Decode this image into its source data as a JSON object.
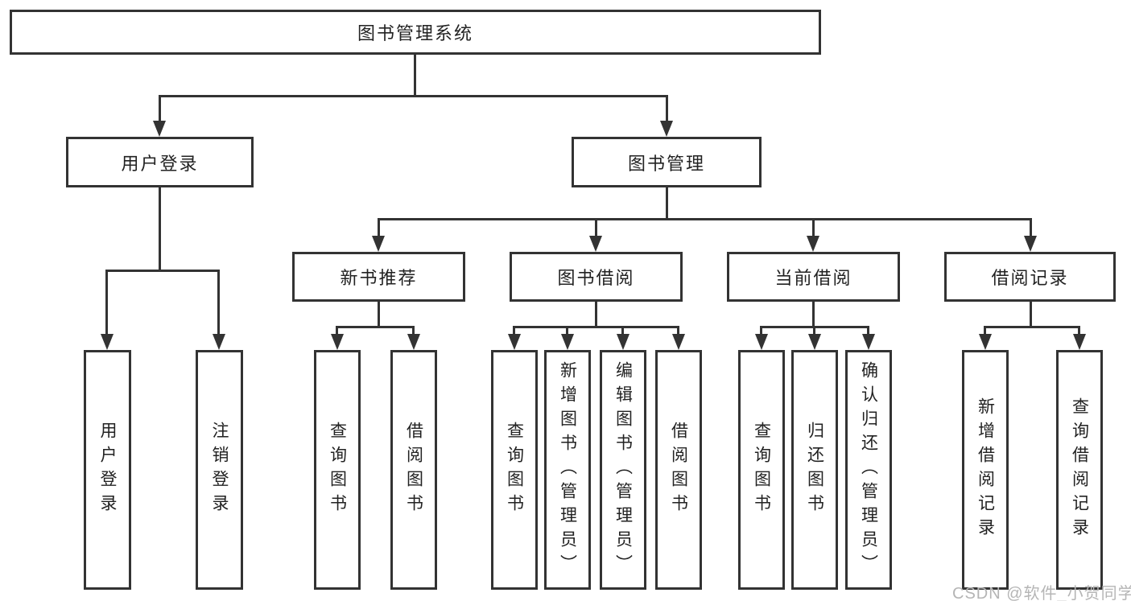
{
  "diagram_type": "hierarchy-tree",
  "hierarchy": {
    "label": "图书管理系统",
    "children": [
      {
        "label": "用户登录",
        "children": [
          {
            "label": "用户登录"
          },
          {
            "label": "注销登录"
          }
        ]
      },
      {
        "label": "图书管理",
        "children": [
          {
            "label": "新书推荐",
            "children": [
              {
                "label": "查询图书"
              },
              {
                "label": "借阅图书"
              }
            ]
          },
          {
            "label": "图书借阅",
            "children": [
              {
                "label": "查询图书"
              },
              {
                "label": "新增图书（管理员）"
              },
              {
                "label": "编辑图书（管理员）"
              },
              {
                "label": "借阅图书"
              }
            ]
          },
          {
            "label": "当前借阅",
            "children": [
              {
                "label": "查询图书"
              },
              {
                "label": "归还图书"
              },
              {
                "label": "确认归还（管理员）"
              }
            ]
          },
          {
            "label": "借阅记录",
            "children": [
              {
                "label": "新增借阅记录"
              },
              {
                "label": "查询借阅记录"
              }
            ]
          }
        ]
      }
    ]
  },
  "watermark": {
    "text": "CSDN @软件_小贺同学"
  },
  "colors": {
    "line": "#333333",
    "box_border": "#333333",
    "box_fill": "#ffffff",
    "text": "#222222",
    "background": "#ffffff",
    "watermark": "#b5b5b5"
  }
}
